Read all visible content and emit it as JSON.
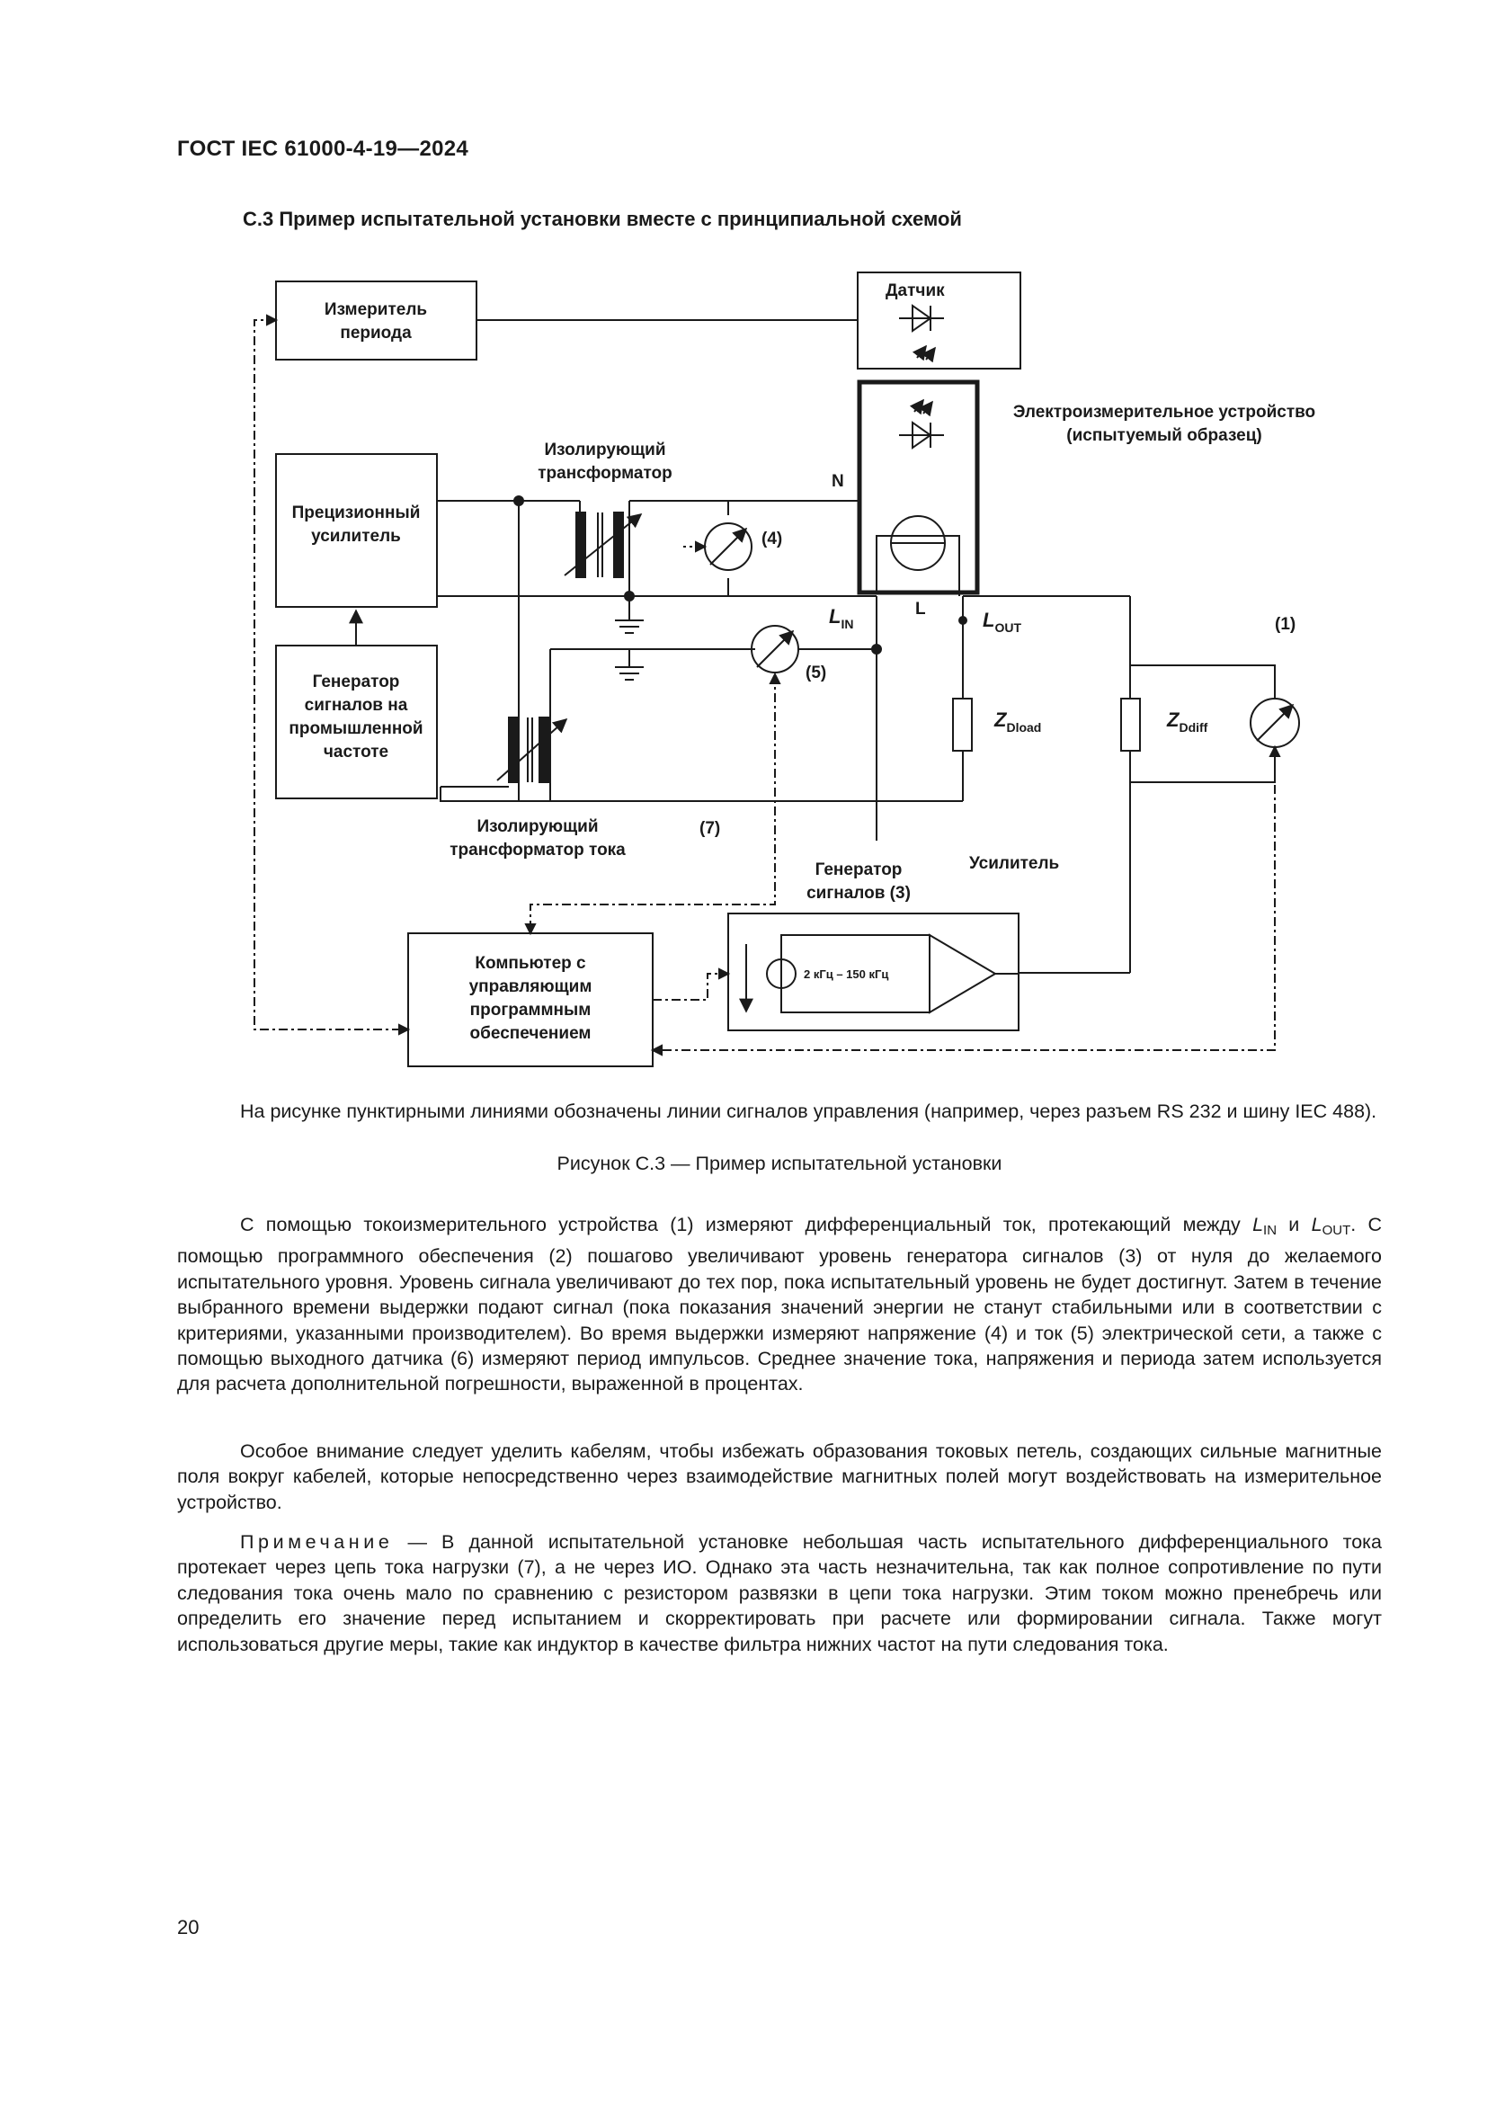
{
  "header": "ГОСТ IEC 61000-4-19—2024",
  "section_title": "С.3 Пример испытательной установки вместе с принципиальной схемой",
  "figure": {
    "period_meter": [
      "Измеритель",
      "периода"
    ],
    "sensor": "Датчик",
    "device_label": [
      "Электроизмерительное устройство",
      "(испытуемый образец)"
    ],
    "iso_transformer": [
      "Изолирующий",
      "трансформатор"
    ],
    "amplifier_precision": [
      "Прецизионный",
      "усилитель"
    ],
    "pf_generator": [
      "Генератор",
      "сигналов на",
      "промышленной",
      "частоте"
    ],
    "iso_current_transformer": [
      "Изолирующий",
      "трансформатор тока"
    ],
    "label_N": "N",
    "label_L": "L",
    "lin_main": "L",
    "lin_sub": "IN",
    "lout_main": "L",
    "lout_sub": "OUT",
    "mark_4": "(4)",
    "mark_5": "(5)",
    "mark_1": "(1)",
    "mark_7": "(7)",
    "zdload_main": "Z",
    "zdload_sub": "Dload",
    "zddiff_main": "Z",
    "zddiff_sub": "Ddiff",
    "amplifier": "Усилитель",
    "sig_gen": [
      "Генератор",
      "сигналов (3)"
    ],
    "freq_range": "2 кГц – 150 кГц",
    "computer": [
      "Компьютер с",
      "управляющим",
      "программным",
      "обеспечением"
    ]
  },
  "note_lines": "На рисунке пунктирными линиями обозначены линии сигналов управления (например, через разъем RS 232 и шину IEC 488).",
  "caption": "Рисунок С.3 — Пример испытательной установки",
  "para1": {
    "a": "С помощью токоизмерительного устройства (1) измеряют дифференциальный ток, протекающий между ",
    "lin": "L",
    "lin_sub": "IN",
    "and": " и ",
    "lout": "L",
    "lout_sub": "OUT",
    "b": ". С помощью программного обеспечения (2) пошагово увеличивают уровень генератора сигналов (3) от нуля до желаемого испытательного уровня. Уровень сигнала увеличивают до тех пор, пока испытательный уровень не будет достигнут. Затем в течение выбранного времени выдержки подают сигнал (пока показания значений энергии не станут стабильными или в соответствии с критериями, указанными производителем). Во время выдержки измеряют напряжение (4) и ток (5) электрической сети, а также с помощью выходного датчика (6) измеряют период импульсов. Среднее значение тока, напряжения и периода затем используется для расчета дополнительной погрешности, выраженной в процентах."
  },
  "para2": "Особое внимание следует уделить кабелям, чтобы избежать образования токовых петель, создающих сильные магнитные поля вокруг кабелей, которые непосредственно через взаимодействие магнитных полей могут воздействовать на измерительное устройство.",
  "note": {
    "label": "Примечание",
    "text": " — В данной испытательной установке небольшая часть испытательного дифференциального тока протекает через цепь тока нагрузки (7), а не через ИО. Однако эта часть незначительна, так как полное сопротивление по пути следования тока очень мало по сравнению с резистором развязки в цепи тока нагрузки. Этим током можно пренебречь или определить его значение перед испытанием и скорректировать при расчете или формировании сигнала. Также могут использоваться другие меры, такие как индуктор в качестве фильтра нижних частот на пути следования тока."
  },
  "page_number": "20"
}
